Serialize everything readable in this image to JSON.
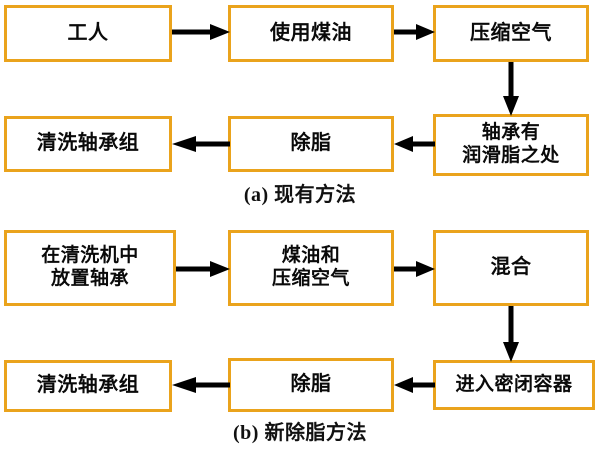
{
  "figure": {
    "title_semantics": "bearing-degreasing-process-flowchart",
    "box_border_color": "#eaa31c",
    "box_fill_color": "#ffffff",
    "arrow_color": "#000000",
    "text_color": "#0a0a0a"
  },
  "diagram_a": {
    "caption": "(a) 现有方法",
    "nodes": [
      {
        "id": "a1",
        "label": "工人"
      },
      {
        "id": "a2",
        "label": "使用煤油"
      },
      {
        "id": "a3",
        "label": "压缩空气"
      },
      {
        "id": "a4",
        "label": "轴承有\n润滑脂之处"
      },
      {
        "id": "a5",
        "label": "除脂"
      },
      {
        "id": "a6",
        "label": "清洗轴承组"
      }
    ],
    "edges": [
      {
        "from": "a1",
        "to": "a2",
        "direction": "right"
      },
      {
        "from": "a2",
        "to": "a3",
        "direction": "right"
      },
      {
        "from": "a3",
        "to": "a4",
        "direction": "down"
      },
      {
        "from": "a4",
        "to": "a5",
        "direction": "left"
      },
      {
        "from": "a5",
        "to": "a6",
        "direction": "left"
      }
    ]
  },
  "diagram_b": {
    "caption": "(b) 新除脂方法",
    "nodes": [
      {
        "id": "b1",
        "label": "在清洗机中\n放置轴承"
      },
      {
        "id": "b2",
        "label": "煤油和\n压缩空气"
      },
      {
        "id": "b3",
        "label": "混合"
      },
      {
        "id": "b4",
        "label": "进入密闭容器"
      },
      {
        "id": "b5",
        "label": "除脂"
      },
      {
        "id": "b6",
        "label": "清洗轴承组"
      }
    ],
    "edges": [
      {
        "from": "b1",
        "to": "b2",
        "direction": "right"
      },
      {
        "from": "b2",
        "to": "b3",
        "direction": "right"
      },
      {
        "from": "b3",
        "to": "b4",
        "direction": "down"
      },
      {
        "from": "b4",
        "to": "b5",
        "direction": "left"
      },
      {
        "from": "b5",
        "to": "b6",
        "direction": "left"
      }
    ]
  }
}
